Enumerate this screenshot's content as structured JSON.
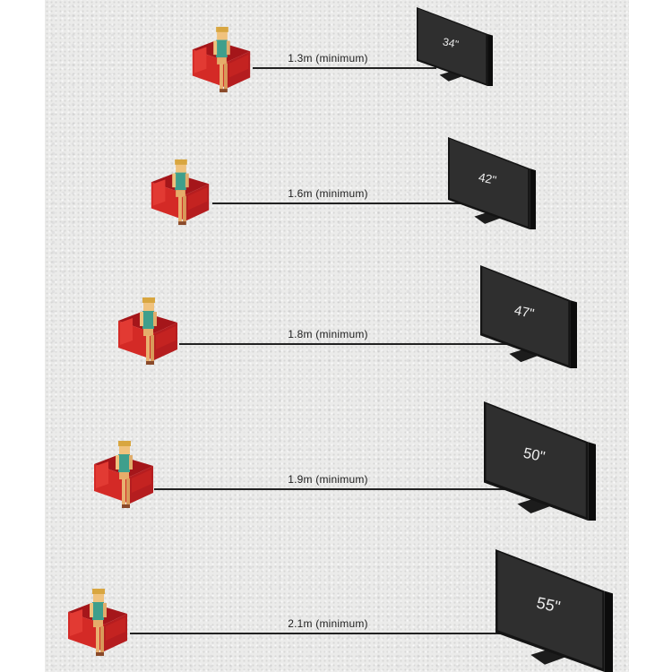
{
  "rows": [
    {
      "distance": "1.3m (minimum)",
      "tv_size": "34\""
    },
    {
      "distance": "1.6m (minimum)",
      "tv_size": "42\""
    },
    {
      "distance": "1.8m (minimum)",
      "tv_size": "47\""
    },
    {
      "distance": "1.9m (minimum)",
      "tv_size": "50\""
    },
    {
      "distance": "2.1m (minimum)",
      "tv_size": "55\""
    }
  ],
  "colors": {
    "chair": "#c8201f",
    "tv": "#2a2a2a",
    "line": "#222222"
  }
}
